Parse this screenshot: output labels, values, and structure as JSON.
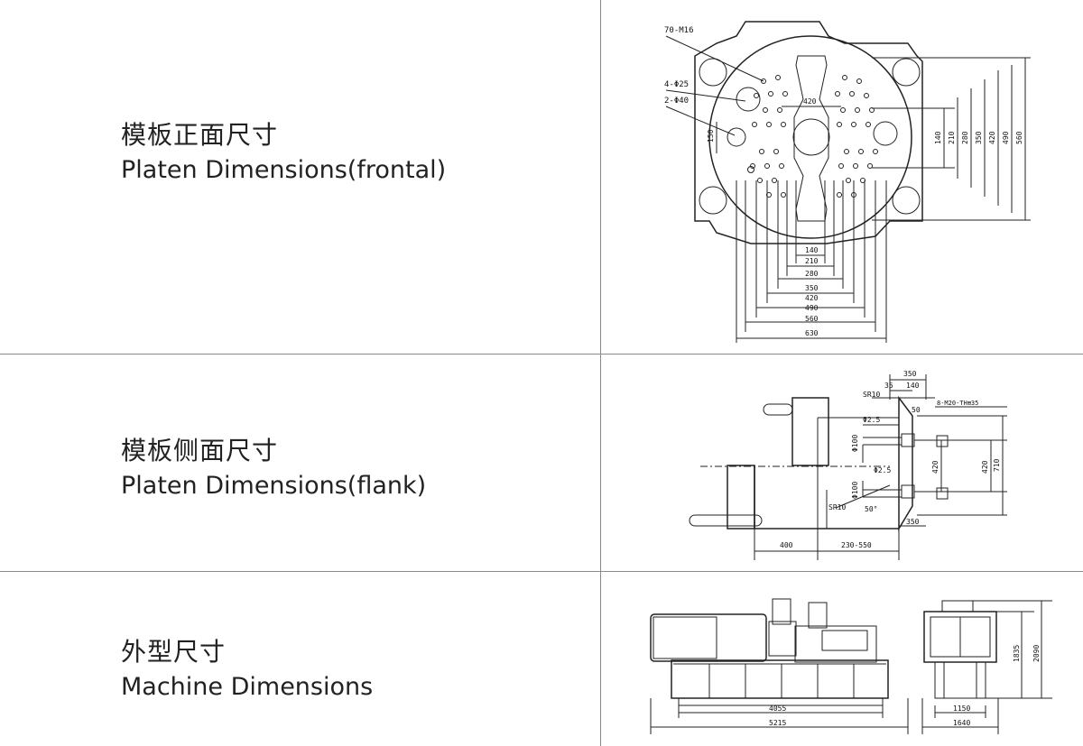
{
  "rows": [
    {
      "title_cn": "模板正面尺寸",
      "title_en": "Platen Dimensions(frontal)",
      "drawing": {
        "callouts": [
          "70-M16",
          "4-Φ25",
          "2-Φ40"
        ],
        "top_label": "420",
        "left_label": "150",
        "right_dims": [
          "140",
          "210",
          "280",
          "350",
          "420",
          "490",
          "560"
        ],
        "bottom_dims": [
          "140",
          "210",
          "280",
          "350",
          "420",
          "490",
          "560",
          "630"
        ]
      }
    },
    {
      "title_cn": "模板侧面尺寸",
      "title_en": "Platen Dimensions(flank)",
      "drawing": {
        "top_labels": [
          "350",
          "35",
          "140",
          "SR10",
          "8-M20-TH⊞35",
          "Φ2.5",
          "50"
        ],
        "mid_labels": [
          "Φ100",
          "Φ2.5",
          "Φ100",
          "SR10",
          "50°",
          "420",
          "420",
          "710"
        ],
        "bottom_labels": [
          "350",
          "400",
          "230-550"
        ]
      }
    },
    {
      "title_cn": "外型尺寸",
      "title_en": "Machine Dimensions",
      "drawing": {
        "front_dims": [
          "4055",
          "5215"
        ],
        "side_dims": [
          "1150",
          "1640"
        ],
        "height_dims": [
          "1835",
          "2090"
        ]
      }
    }
  ]
}
